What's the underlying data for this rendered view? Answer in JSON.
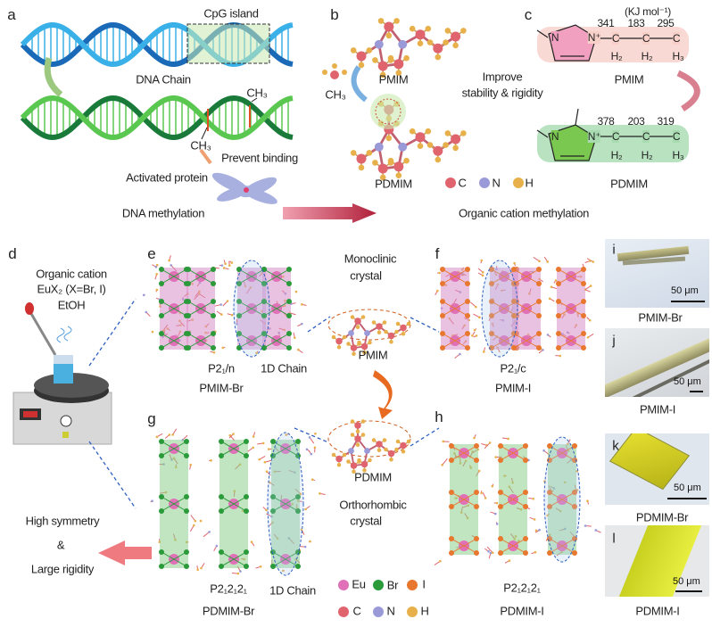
{
  "panels": {
    "a": "a",
    "b": "b",
    "c": "c",
    "d": "d",
    "e": "e",
    "f": "f",
    "g": "g",
    "h": "h",
    "i": "i",
    "j": "j",
    "k": "k",
    "l": "l"
  },
  "a": {
    "cpg": "CpG island",
    "dna_chain": "DNA Chain",
    "ch3_top": "CH₃",
    "ch3_bottom": "CH₃",
    "prevent": "Prevent binding",
    "activated": "Activated protein",
    "title": "DNA methylation"
  },
  "b": {
    "pmim": "PMIM",
    "ch3": "CH₃",
    "pdmim": "PDMIM",
    "legend": [
      "C",
      "N",
      "H"
    ]
  },
  "middle": {
    "improve": "Improve",
    "stability": "stability & rigidity",
    "organic_title": "Organic cation methylation"
  },
  "c": {
    "unit": "(KJ mol⁻¹)",
    "pmim_values": [
      "341",
      "183",
      "295"
    ],
    "pdmim_values": [
      "378",
      "203",
      "319"
    ],
    "n": "N",
    "nplus": "N⁺",
    "carbon": "C",
    "h2": "H₂",
    "h3": "H₃",
    "pmim": "PMIM",
    "pdmim": "PDMIM"
  },
  "d": {
    "line1": "Organic cation",
    "line2": "EuX₂ (X=Br, I)",
    "line3": "EtOH"
  },
  "e": {
    "space_group": "P2₁/n",
    "chain": "1D Chain",
    "name": "PMIM-Br"
  },
  "center": {
    "monoclinic": "Monoclinic",
    "crystal1": "crystal",
    "pmim": "PMIM",
    "pdmim": "PDMIM",
    "orthorhombic": "Orthorhombic",
    "crystal2": "crystal"
  },
  "f": {
    "space_group": "P2₁/c",
    "name": "PMIM-I"
  },
  "g": {
    "space_group": "P2₁2₁2₁",
    "chain": "1D Chain",
    "name": "PDMIM-Br"
  },
  "h": {
    "space_group": "P2₁2₁2₁",
    "name": "PDMIM-I"
  },
  "legend2": [
    "Eu",
    "Br",
    "I",
    "C",
    "N",
    "H"
  ],
  "conclusion": {
    "line1": "High symmetry",
    "line2": "&",
    "line3": "Large rigidity"
  },
  "photos": {
    "scale": "50 μm",
    "i": "PMIM-Br",
    "j": "PMIM-I",
    "k": "PDMIM-Br",
    "l": "PDMIM-I"
  },
  "colors": {
    "C": "#e0646e",
    "N": "#9a9ad8",
    "H": "#e8b04a",
    "Eu": "#e070b8",
    "Br": "#2a9a3a",
    "I": "#e87830",
    "pink_poly": "#d890c8",
    "green_poly": "#8cd08c"
  }
}
